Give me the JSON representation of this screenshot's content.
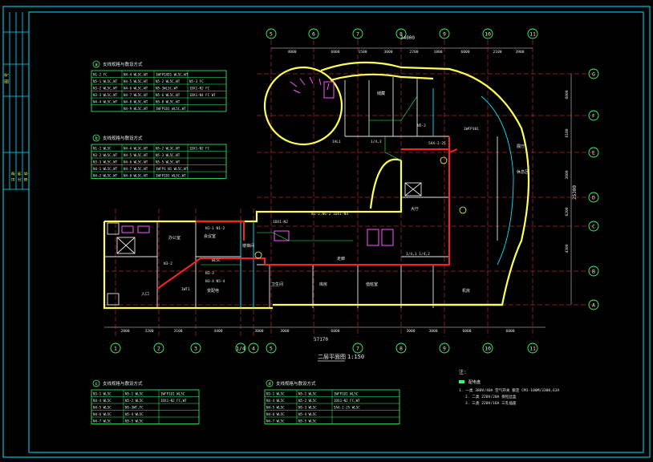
{
  "colors": {
    "background": "#000000",
    "frame": "#00e5ff",
    "wall": "#ffff55",
    "partition": "#e8e8e8",
    "cable_tray": "#ff2020",
    "grid_line": "#ff4040",
    "table": "#33ff66",
    "fixture": "#ff55ff"
  },
  "axes": {
    "top_dimension_total": "34000",
    "top_labels": [
      "5",
      "6",
      "7",
      "8",
      "9",
      "10",
      "11"
    ],
    "top_dims": [
      "4000",
      "6000",
      "1500",
      "3000",
      "2700",
      "1800",
      "6000",
      "2100",
      "3900"
    ],
    "bottom_labels": [
      "1",
      "2",
      "3",
      "1/4",
      "4",
      "5",
      "7",
      "8",
      "9",
      "10",
      "11"
    ],
    "bottom_dims": [
      "2800",
      "3200",
      "3100",
      "4400",
      "3000",
      "3000",
      "6000",
      "3000",
      "3000",
      "6000",
      "6000"
    ],
    "bottom_total": "57170",
    "right_labels": [
      "G",
      "F",
      "E",
      "D",
      "C",
      "B",
      "A"
    ],
    "right_dims": [
      "6000",
      "6100",
      "3600",
      "6200",
      "4300"
    ],
    "right_total": "25300"
  },
  "plan_title": "二层平面图",
  "plan_scale": "1:150",
  "title_block": {
    "row1": "图 号",
    "row2": [
      "日 期",
      "比 例",
      "审 核"
    ]
  },
  "tables": {
    "a": {
      "badge": "a",
      "title": "支线规格与敷设方式",
      "rows": [
        [
          "N1-2  FC",
          "N4-4 WL5C,WT",
          "1WFP1XD1 WL5C,WT"
        ],
        [
          "N5-1 WL5C,WT",
          "N4-5 WL5C,WT",
          "N5-2 WL5C,WT",
          "N5-3 FC"
        ],
        [
          "N3-2 WL5C,WT",
          "N4-6 WL5C,WT",
          "N5-3WL5C,WT",
          "1DX1-N2 FC"
        ],
        [
          "N3-3 WL5C,WT",
          "N4-7 WL5C,WT",
          "N5-6 WL5C,WT",
          "1DX1-N4 FC WT"
        ],
        [
          "N4-4 WL5C,WT",
          "N4-8 WL5C,WT",
          "N5-8 WL5C,WT"
        ],
        [
          "",
          "N4-9 WL5C,WT",
          "1WFP1D1 WL5C,WT"
        ]
      ]
    },
    "b": {
      "badge": "b",
      "title": "支线规格与敷设方式",
      "rows": [
        [
          "N1-2 WL5C",
          "N4-4 WL5C,WT",
          "N5-2 WL5C,WT",
          "1DX1-N2 FC"
        ],
        [
          "N3-2 WL5C,WT",
          "N4-5 WL5C,WT",
          "N5-3 WL5C,WT"
        ],
        [
          "N3-3 WL5C,WT",
          "N4-6 WL5C,WT",
          "N5-5 WL5C,WT"
        ],
        [
          "N4-1 WL5C,WT",
          "N4-7 WL5C,WT",
          "1WFP1 N1 WL5C,WT"
        ],
        [
          "N4-2 WL5C,WT",
          "N4-8 WL5C,WT",
          "1WFP1D1 WL5C,WT"
        ]
      ]
    },
    "c": {
      "badge": "c",
      "title": "支线规格与敷设方式",
      "rows": [
        [
          "N3-1 WL5C",
          "N5-1 WL5C",
          "1WFP1D1 WL5C"
        ],
        [
          "N4-4 WL5C",
          "N5-2 WL5C",
          "1DX1-N2 FC,WT"
        ],
        [
          "N4-5 WL5C",
          "N5-3WT,FC"
        ],
        [
          "N4-6 WL5C",
          "N5-4 WL5C"
        ],
        [
          "N4-7 WL5C",
          "N5-5 WL5C"
        ]
      ]
    },
    "d": {
      "badge": "d",
      "title": "支线规格与敷设方式",
      "rows": [
        [
          "N3-1 WL5C",
          "N5-1 WL5C",
          "1WFP1D1 WL5C"
        ],
        [
          "N4-4 WL5C",
          "N5-2 WL5C",
          "1DX1-N2 FC,WT"
        ],
        [
          "N4-5 WL5C",
          "N5-3 WL5C",
          "5AX-2-25 WL5C"
        ],
        [
          "N4-6 WL5C",
          "N5-4 WL5C"
        ],
        [
          "N4-7 WL5C",
          "N5-5 WL5C"
        ]
      ]
    }
  },
  "notes": {
    "heading": "注:",
    "legend_label": "配电盘",
    "line1": "1. 一类 380V/40A 空气开关  额定 CM1-100M/3300,63A",
    "line2": "2. 二类 220V/20A 保险丝盒",
    "line3": "3. 三类 220V/16A 三孔插座"
  },
  "room_labels": {
    "r1": "办公室",
    "r2": "会议室",
    "r3": "变配电",
    "r4": "楼梯间",
    "r5": "走廊",
    "r6": "卫生间",
    "r7": "库房",
    "r8": "值班室",
    "r9": "大厅",
    "r10": "展厅",
    "r11": "休息区",
    "r12": "机房",
    "r13": "入口",
    "r14": "储藏"
  },
  "device_tags": {
    "t1": "1WFP101",
    "t2": "N1-2,N6-2 1DX1-N4",
    "t3": "1/4,3",
    "t4": "1/4,1 1/4,2",
    "t5": "5AX-2-25",
    "t6": "N3-2",
    "t7": "N3-3",
    "t8": "N1-1 N1-2",
    "t9": "1AL1",
    "t10": "N3-4 N5-4",
    "t11": "1DX1-N2",
    "t12": "N5-2",
    "t13": "1WT1",
    "t14": "WL5C"
  }
}
